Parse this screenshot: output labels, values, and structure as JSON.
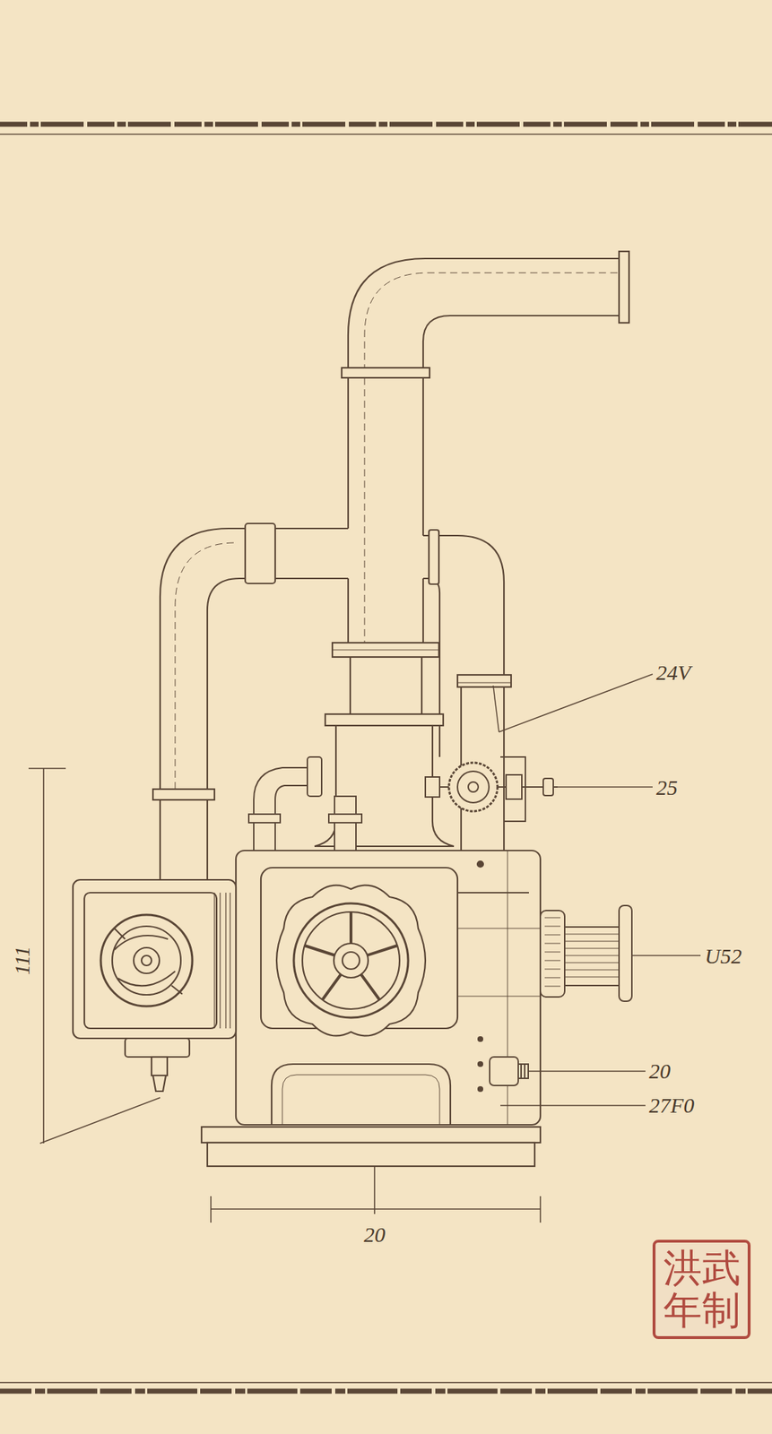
{
  "diagram": {
    "labels": [
      "24V",
      "25",
      "U52",
      "20",
      "27F0",
      "20",
      "111",
      "洪武年制"
    ]
  }
}
